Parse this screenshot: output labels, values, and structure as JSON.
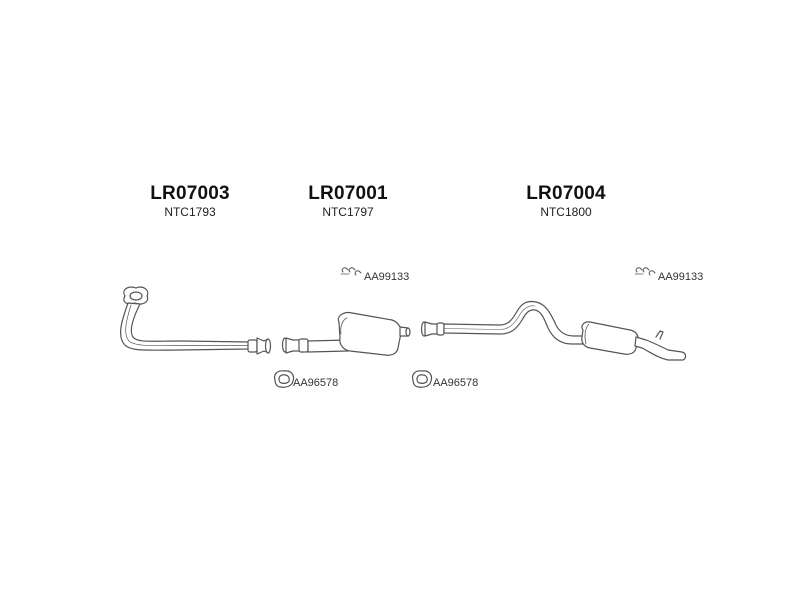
{
  "sections": [
    {
      "part_number": "LR07003",
      "sub_number": "NTC1793"
    },
    {
      "part_number": "LR07001",
      "sub_number": "NTC1797"
    },
    {
      "part_number": "LR07004",
      "sub_number": "NTC1800"
    }
  ],
  "fittings": [
    {
      "code": "AA99133"
    },
    {
      "code": "AA99133"
    },
    {
      "code": "AA96578"
    },
    {
      "code": "AA96578"
    }
  ],
  "colors": {
    "line": "#555555",
    "fill": "#ffffff",
    "text": "#111111"
  },
  "icons": [
    "clamp-bolt-icon",
    "gasket-ring-icon"
  ]
}
